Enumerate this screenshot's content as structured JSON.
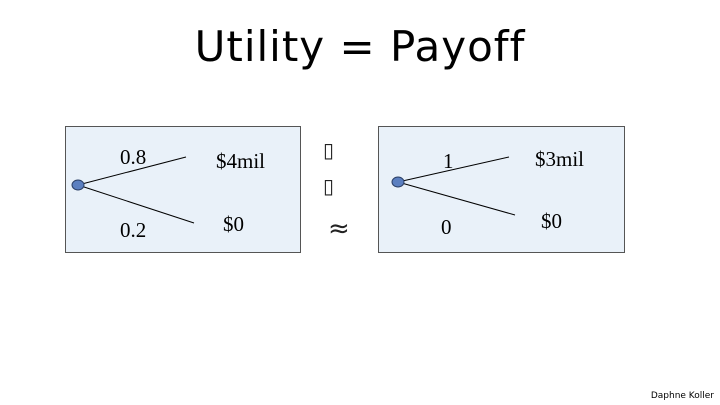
{
  "title": "Utility = Payoff",
  "left_lottery": {
    "top_prob": "0.8",
    "top_payoff": "$4mil",
    "bottom_prob": "0.2",
    "bottom_payoff": "$0"
  },
  "relation_symbols": [
    "▯",
    "▯",
    "≈"
  ],
  "right_lottery": {
    "top_prob": "1",
    "top_payoff": "$3mil",
    "bottom_prob": "0",
    "bottom_payoff": "$0"
  },
  "credit": "Daphne Koller",
  "colors": {
    "panel_fill": "#e9f1f9",
    "node_fill": "#5b7fc0"
  }
}
